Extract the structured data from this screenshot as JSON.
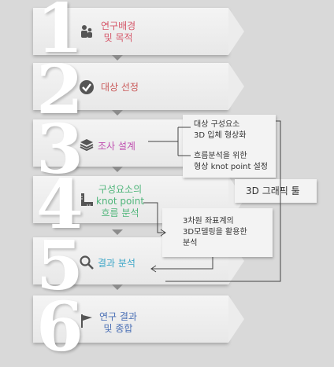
{
  "steps": [
    {
      "num": "1",
      "label1": "연구배경",
      "label2": "및 목적",
      "color": "#d65a6c",
      "icon": "people-icon"
    },
    {
      "num": "2",
      "label1": "대상 선정",
      "label2": "",
      "color": "#c95a5a",
      "icon": "checkmark-icon"
    },
    {
      "num": "3",
      "label1": "조사 설계",
      "label2": "",
      "color": "#c04fb0",
      "icon": "layers-icon"
    },
    {
      "num": "4",
      "label1": "구성요소의",
      "label2": "knot point",
      "label3": "흐름 분석",
      "color": "#4fb57a",
      "icon": "ruler-icon"
    },
    {
      "num": "5",
      "label1": "결과 분석",
      "label2": "",
      "color": "#3aa5c7",
      "icon": "magnifier-icon"
    },
    {
      "num": "6",
      "label1": "연구 결과",
      "label2": "및 종합",
      "color": "#4a6fb5",
      "icon": "flag-icon"
    }
  ],
  "notes": {
    "design_line1": "대상 구성요소",
    "design_line2": "3D 입체 형상화",
    "design_line3": "흐름분석을 위한",
    "design_line4": "형상 knot point 설정",
    "tool": "3D 그래픽 툴",
    "analysis_line1": "3차원 좌표계의",
    "analysis_line2": "3D모델링을 활용한",
    "analysis_line3": "분석"
  }
}
